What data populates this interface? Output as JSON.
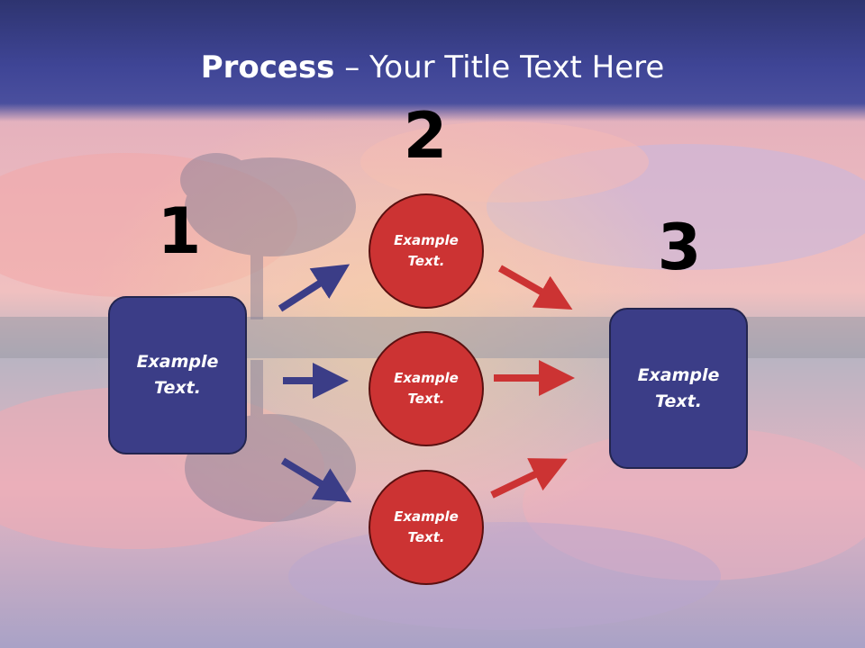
{
  "slide": {
    "title_bold": "Process",
    "title_rest": " – Your Title Text Here"
  },
  "steps": [
    {
      "number": "1",
      "label": "Example\nText."
    },
    {
      "number": "2",
      "items": [
        {
          "label": "Example\nText."
        },
        {
          "label": "Example\nText."
        },
        {
          "label": "Example\nText."
        }
      ]
    },
    {
      "number": "3",
      "label": "Example\nText."
    }
  ],
  "colors": {
    "title_bar": "#3f4596",
    "box_fill": "#3b3d87",
    "circle_fill": "#cc3333",
    "arrow_blue": "#3b3d87",
    "arrow_red": "#cc3333"
  }
}
